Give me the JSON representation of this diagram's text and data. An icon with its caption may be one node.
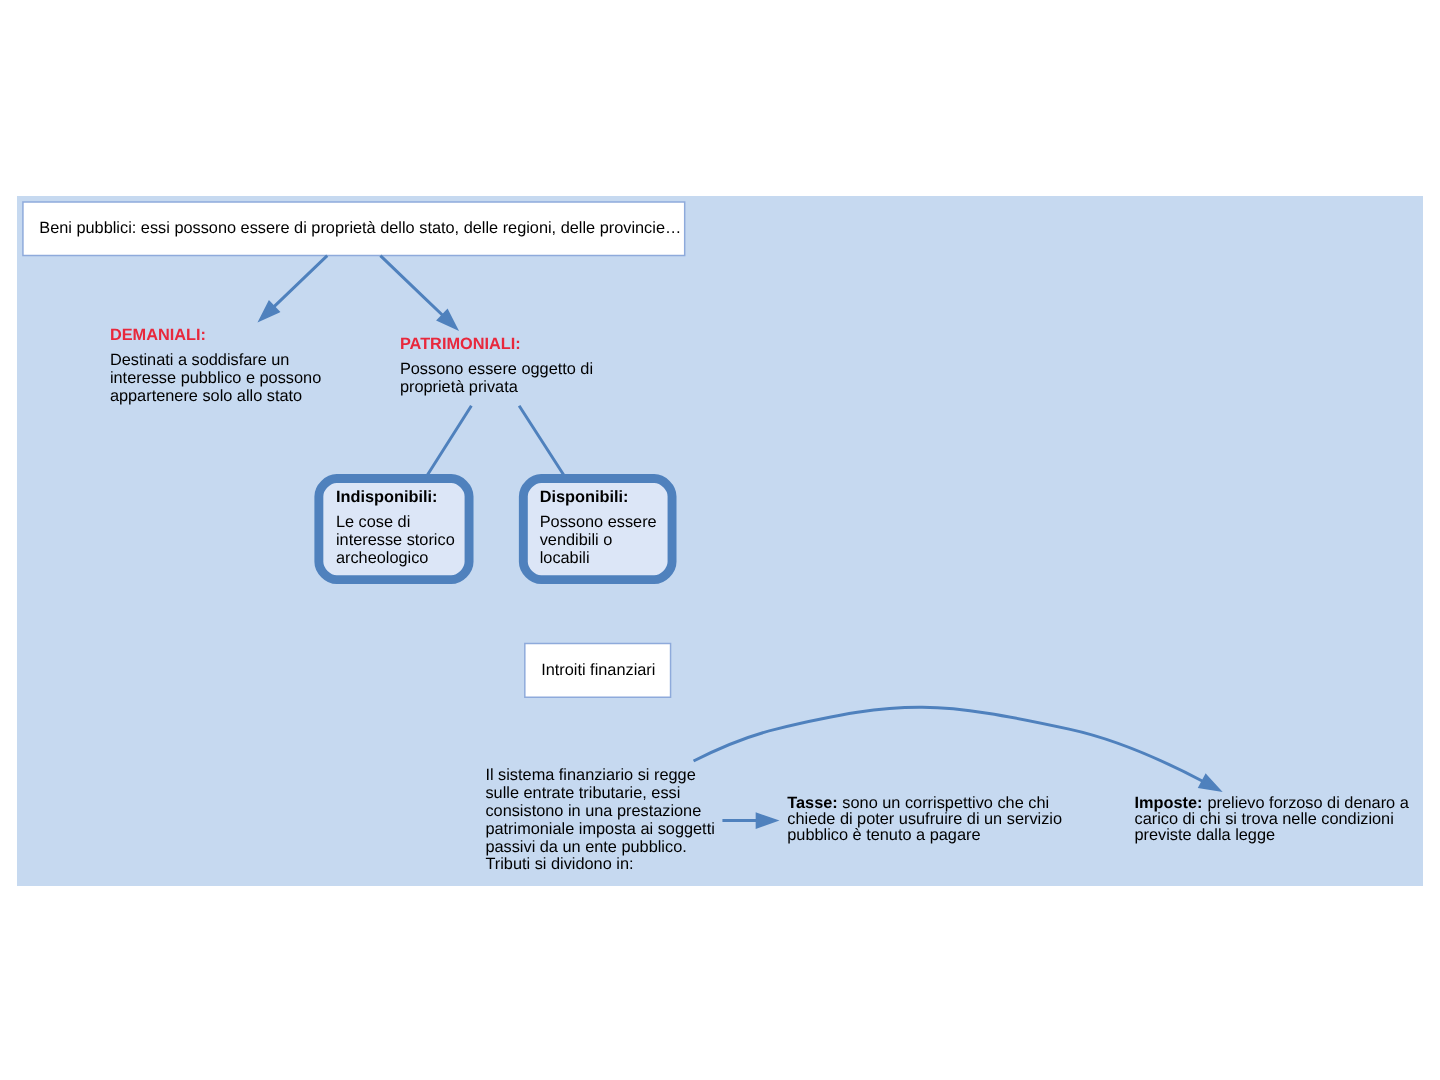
{
  "diagram": {
    "nodes": [
      {
        "text": [
          "Beni pubblici: essi possono essere di proprietà dello stato, delle regioni, delle provincie…"
        ]
      },
      {
        "text": [
          "DEMANIALI:",
          "Destinati a soddisfare un interesse pubblico e possono appartenere solo allo stato"
        ]
      },
      {
        "text": [
          "PATRIMONIALI:",
          "Possono essere oggetto di proprietà privata"
        ]
      },
      {
        "text": [
          "Indisponibili:",
          "Le cose di interesse storico archeologico"
        ]
      },
      {
        "text": [
          "Disponibili:",
          "Possono essere vendibili o locabili"
        ]
      },
      {
        "text": [
          "Introiti finanziari"
        ]
      },
      {
        "text": [
          "Il sistema finanziario si regge sulle entrate tributarie, essi consistono in una prestazione patrimoniale imposta ai soggetti passivi da un ente pubblico. Tributi si dividono in:"
        ]
      },
      {
        "text": [
          "**Imposte:** prelievo forzoso di denaro a carico di chi si trova nelle condizioni previste dalla legge"
        ]
      },
      {
        "text": [
          "**Tasse:** sono un corrispettivo che chi chiede di poter usufruire di un servizio pubblico è tenuto a pagare"
        ]
      }
    ],
    "edges": [
      {
        "from": 0,
        "to": 1,
        "arrow": "to"
      },
      {
        "from": 0,
        "to": 2,
        "arrow": "to"
      },
      {
        "from": 2,
        "to": 3,
        "arrow": "none"
      },
      {
        "from": 2,
        "to": 4,
        "arrow": "none"
      },
      {
        "from": 6,
        "to": 7,
        "arrow": "to"
      },
      {
        "from": 6,
        "to": 8,
        "arrow": "to"
      }
    ]
  }
}
